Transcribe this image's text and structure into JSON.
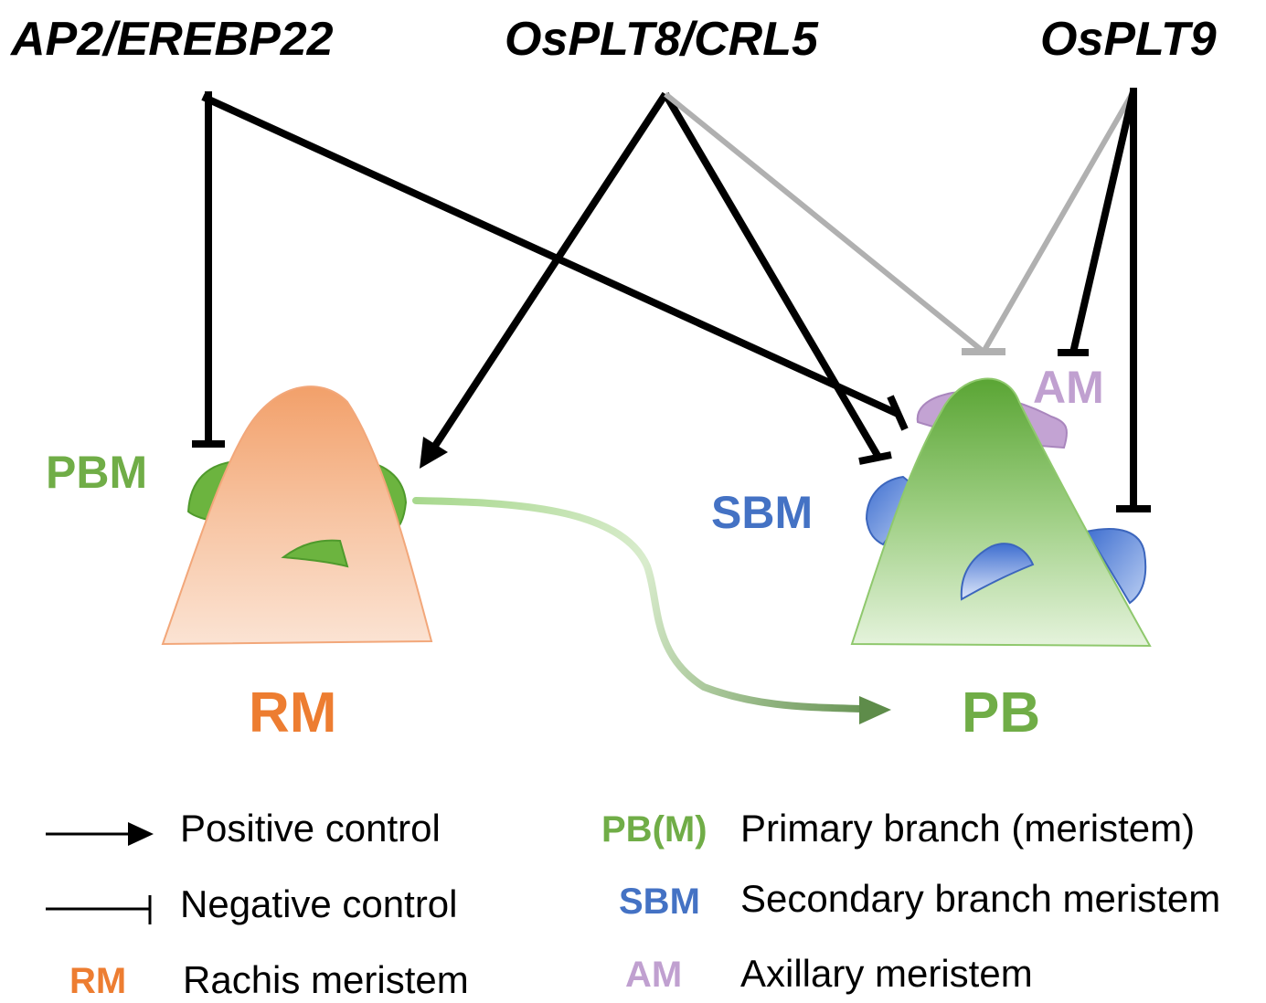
{
  "genes": {
    "ap2": "AP2/EREBP22",
    "osplt8": "OsPLT8/CRL5",
    "osplt9": "OsPLT9"
  },
  "labels": {
    "pbm": "PBM",
    "sbm": "SBM",
    "am": "AM",
    "rm": "RM",
    "pb": "PB"
  },
  "legend": {
    "positive": "Positive control",
    "negative": "Negative control",
    "rm_abbr": "RM",
    "rm_text": "Rachis meristem",
    "pbm_abbr": "PB(M)",
    "pbm_text": "Primary branch (meristem)",
    "sbm_abbr": "SBM",
    "sbm_text": "Secondary branch meristem",
    "am_abbr": "AM",
    "am_text": "Axillary meristem"
  },
  "colors": {
    "orange": "#ed7d31",
    "green": "#70ad47",
    "blue": "#4472c4",
    "lilac": "#c0a0d0",
    "gray": "#b0b0b0",
    "black": "#000000"
  }
}
